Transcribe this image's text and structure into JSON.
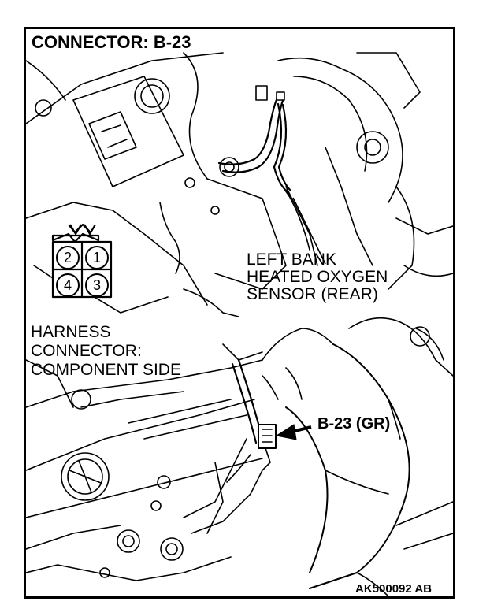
{
  "title": "CONNECTOR: B-23",
  "sensor_label": [
    "LEFT BANK",
    "HEATED OXYGEN",
    "SENSOR (REAR)"
  ],
  "harness_label": [
    "HARNESS",
    "CONNECTOR:",
    "COMPONENT SIDE"
  ],
  "connector_callout": "B-23 (GR)",
  "connector_pins": [
    "2",
    "1",
    "4",
    "3"
  ],
  "figure_code": "AK500092 AB",
  "colors": {
    "line": "#000000",
    "background": "#ffffff"
  }
}
